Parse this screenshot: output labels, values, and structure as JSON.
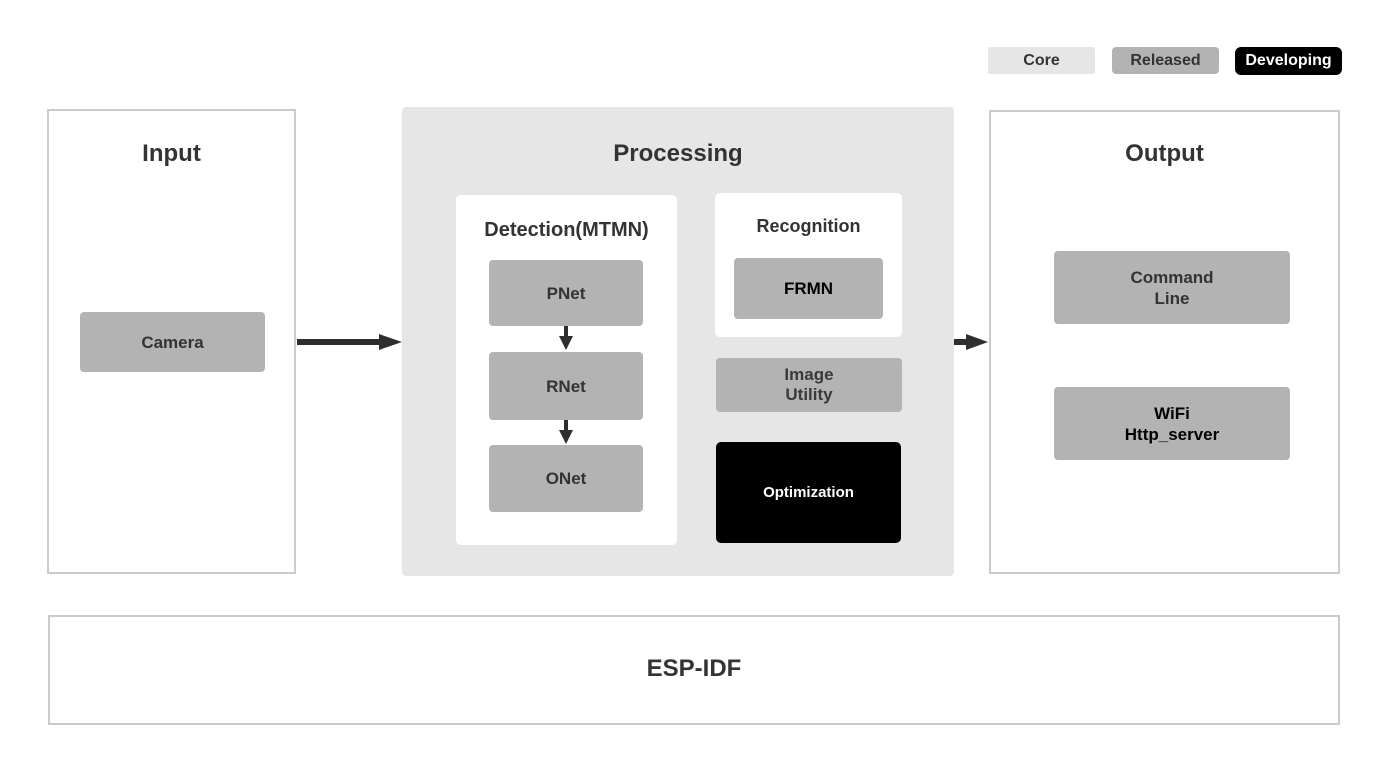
{
  "colors": {
    "page_background": "#ffffff",
    "core_fill": "#e6e6e6",
    "released_fill": "#b3b3b3",
    "developing_fill": "#000000",
    "node_fill": "#b3b3b3",
    "panel_fill": "#ffffff",
    "panel_border": "#cbcbcb",
    "text_dark": "#333333",
    "text_black": "#000000",
    "text_white": "#ffffff",
    "arrow": "#2e2e2e"
  },
  "legend": {
    "items": [
      {
        "label": "Core"
      },
      {
        "label": "Released"
      },
      {
        "label": "Developing"
      }
    ]
  },
  "input": {
    "title": "Input",
    "node": {
      "label": "Camera"
    }
  },
  "processing": {
    "title": "Processing",
    "detection": {
      "title": "Detection(MTMN)",
      "nodes": [
        {
          "label": "PNet"
        },
        {
          "label": "RNet"
        },
        {
          "label": "ONet"
        }
      ]
    },
    "recognition": {
      "title": "Recognition",
      "node": {
        "label": "FRMN"
      }
    },
    "image_utility": {
      "line1": "Image",
      "line2": "Utility"
    },
    "optimization": {
      "label": "Optimization"
    }
  },
  "output": {
    "title": "Output",
    "command_line": {
      "line1": "Command",
      "line2": "Line"
    },
    "wifi": {
      "line1": "WiFi",
      "line2": "Http_server"
    }
  },
  "foundation": {
    "title": "ESP-IDF"
  }
}
